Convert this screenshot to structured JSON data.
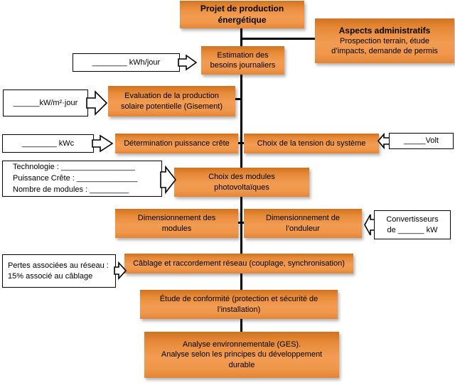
{
  "diagram": {
    "nodes": {
      "project": {
        "label": "Projet de production\nénergétique"
      },
      "admin": {
        "title": "Aspects administratifs",
        "body": "Prospection terrain, étude\nd’impacts, demande de permis"
      },
      "estimation": {
        "label": "Estimation des\nbesoins journaliers"
      },
      "evaluation": {
        "label": "Evaluation de la production\nsolaire potentielle (Gisement)"
      },
      "puissance": {
        "label": "Détermination puissance crête"
      },
      "tension": {
        "label": "Choix de la tension du système"
      },
      "modules_choice": {
        "label": "Choix des modules\nphotovoltaïques"
      },
      "dim_modules": {
        "label": "Dimensionnement des\nmodules"
      },
      "dim_onduleur": {
        "label": "Dimensionnement de\nl’onduleur"
      },
      "cablage": {
        "label": "Câblage et raccordement réseau (couplage, synchronisation)"
      },
      "conformite": {
        "label": "Étude de conformité (protection et sécurité de\nl’installation)"
      },
      "analyse": {
        "label": "Analyse environnementale (GES).\nAnalyse selon les principes du développement\ndurable"
      }
    },
    "callouts": {
      "kwh_jour": {
        "label": "________ kWh/jour"
      },
      "kw_m2_jour": {
        "label": "______kW/m²·jour"
      },
      "kwc": {
        "label": "________ kWc"
      },
      "volt": {
        "label": "_____Volt"
      },
      "technologie": {
        "lines": [
          "Technologie :  _________________",
          "Puissance Crête :  ______________",
          "Nombre de modules :   _________"
        ]
      },
      "convertisseurs": {
        "label": "Convertisseurs\nde ______ kW"
      },
      "pertes": {
        "label": "Pertes associées au réseau :\n15% associé au câblage"
      }
    },
    "colors": {
      "box_orange_top": "#cf7320",
      "box_orange_mid": "#f29c53",
      "box_orange_bottom": "#e58534",
      "connector": "#000000",
      "callout_bg": "#ffffff"
    }
  }
}
